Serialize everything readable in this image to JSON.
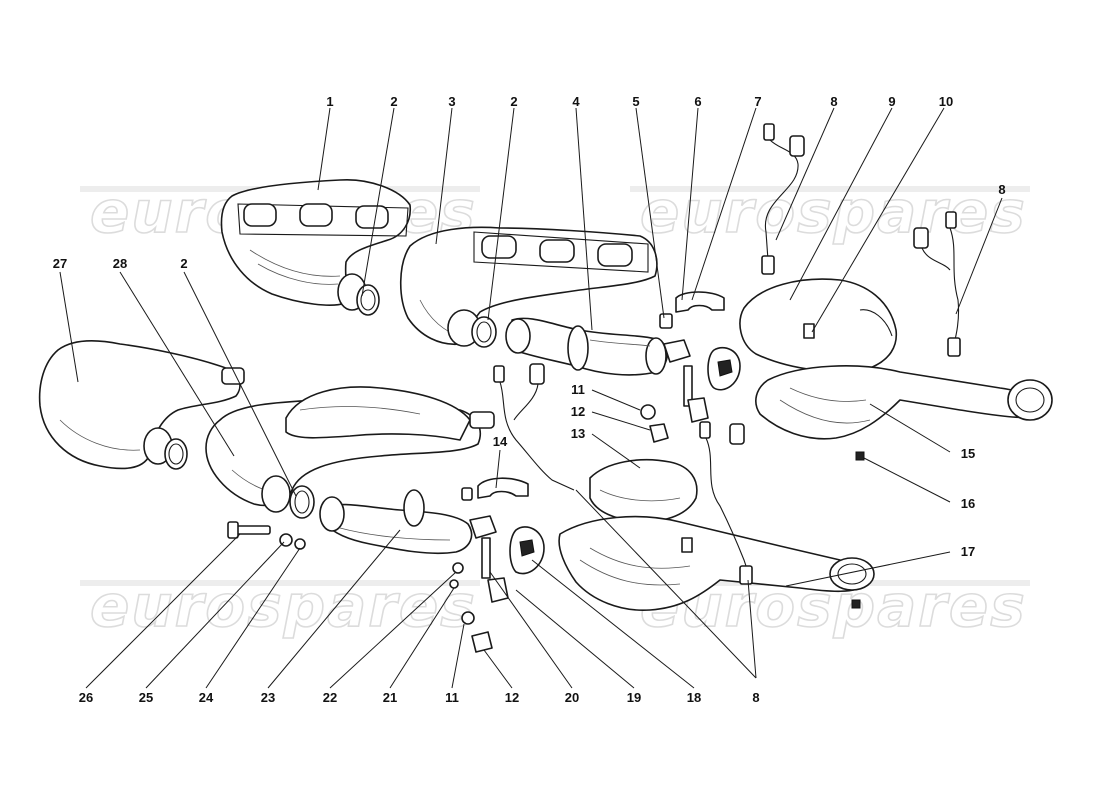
{
  "watermark": {
    "text": "eurospares"
  },
  "callouts": [
    {
      "id": "c1",
      "label": "1"
    },
    {
      "id": "c2a",
      "label": "2"
    },
    {
      "id": "c3",
      "label": "3"
    },
    {
      "id": "c2b",
      "label": "2"
    },
    {
      "id": "c4",
      "label": "4"
    },
    {
      "id": "c5",
      "label": "5"
    },
    {
      "id": "c6",
      "label": "6"
    },
    {
      "id": "c7",
      "label": "7"
    },
    {
      "id": "c8a",
      "label": "8"
    },
    {
      "id": "c9",
      "label": "9"
    },
    {
      "id": "c10",
      "label": "10"
    },
    {
      "id": "c8b",
      "label": "8"
    },
    {
      "id": "c27",
      "label": "27"
    },
    {
      "id": "c28",
      "label": "28"
    },
    {
      "id": "c2c",
      "label": "2"
    },
    {
      "id": "c11a",
      "label": "11"
    },
    {
      "id": "c12a",
      "label": "12"
    },
    {
      "id": "c13",
      "label": "13"
    },
    {
      "id": "c14",
      "label": "14"
    },
    {
      "id": "c15",
      "label": "15"
    },
    {
      "id": "c16",
      "label": "16"
    },
    {
      "id": "c17",
      "label": "17"
    },
    {
      "id": "c26",
      "label": "26"
    },
    {
      "id": "c25",
      "label": "25"
    },
    {
      "id": "c24",
      "label": "24"
    },
    {
      "id": "c23",
      "label": "23"
    },
    {
      "id": "c22",
      "label": "22"
    },
    {
      "id": "c21",
      "label": "21"
    },
    {
      "id": "c11b",
      "label": "11"
    },
    {
      "id": "c12b",
      "label": "12"
    },
    {
      "id": "c20",
      "label": "20"
    },
    {
      "id": "c19",
      "label": "19"
    },
    {
      "id": "c18",
      "label": "18"
    },
    {
      "id": "c8c",
      "label": "8"
    }
  ]
}
